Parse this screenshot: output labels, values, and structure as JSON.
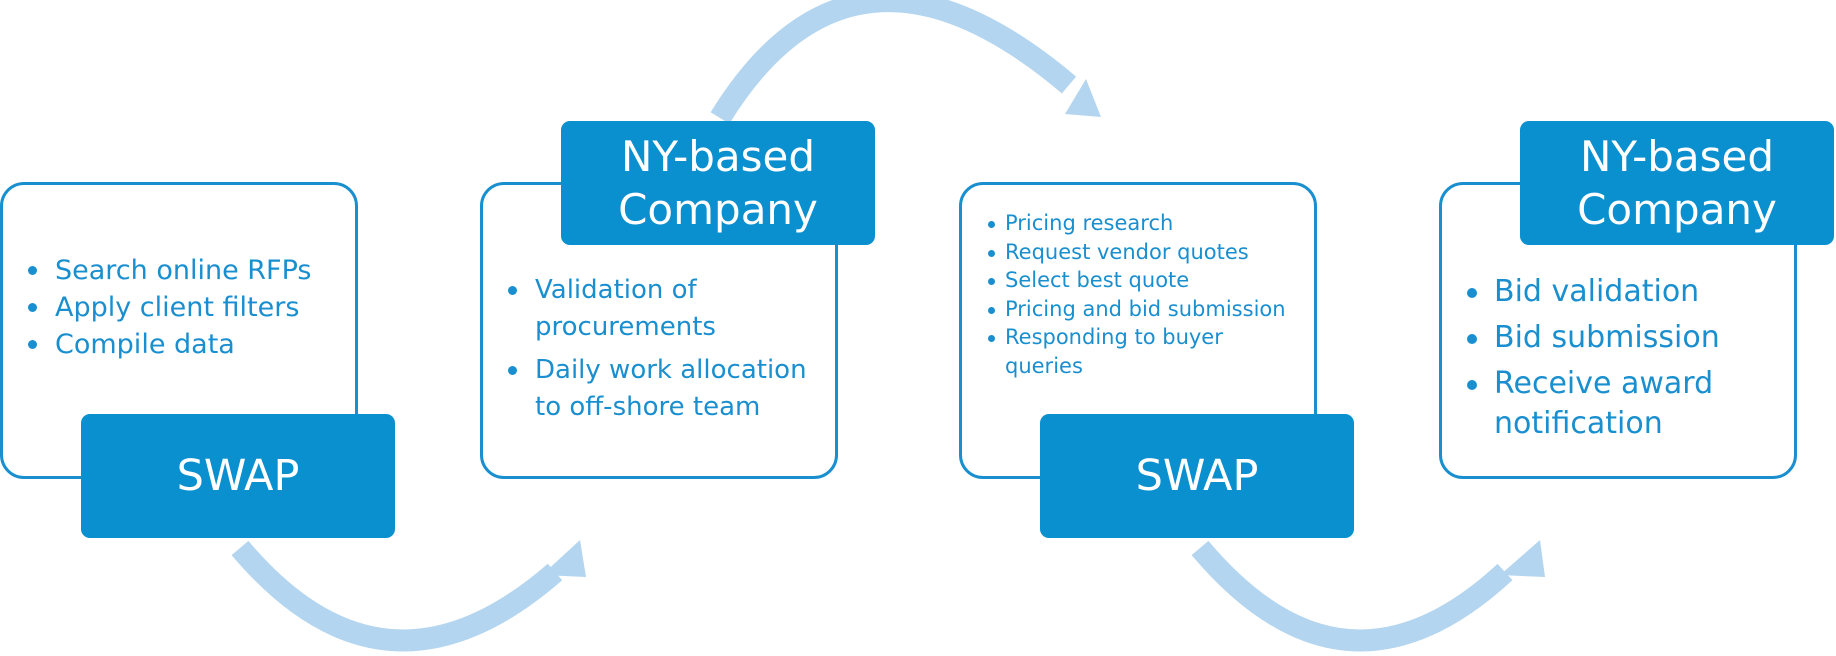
{
  "stages": [
    {
      "box_label": "SWAP",
      "items": [
        "Search online RFPs",
        "Apply client filters",
        "Compile data"
      ]
    },
    {
      "box_label": "NY-based Company",
      "items": [
        "Validation of procurements",
        "Daily work allocation to off-shore team"
      ]
    },
    {
      "box_label": "SWAP",
      "items": [
        "Pricing research",
        "Request vendor quotes",
        "Select best quote",
        "Pricing and bid submission",
        "Responding to buyer queries"
      ]
    },
    {
      "box_label": "NY-based Company",
      "items": [
        "Bid validation",
        "Bid submission",
        "Receive award notification"
      ]
    }
  ],
  "colors": {
    "accent": "#0a8fcf",
    "text": "#1a8fcf",
    "arrow": "#b3d5ef",
    "background": "#ffffff"
  }
}
